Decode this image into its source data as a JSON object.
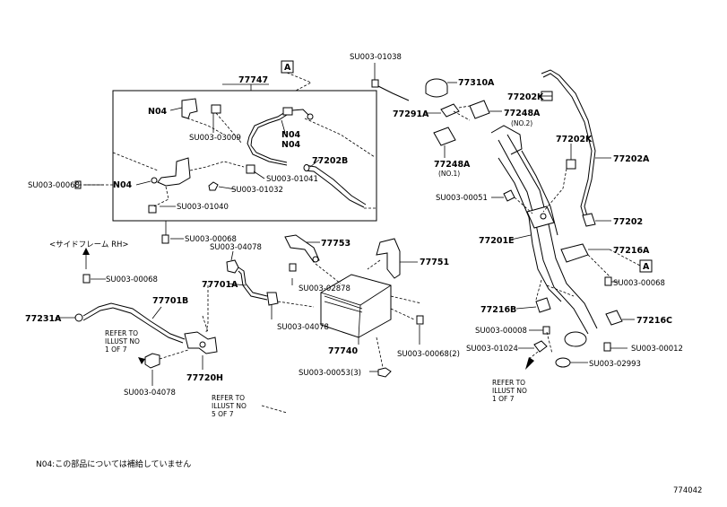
{
  "labels": {
    "p77747": "77747",
    "ref_a_top": "A",
    "ref_a_right": "A",
    "n04_a": "N04",
    "n04_b": "N04",
    "n04_c": "N04",
    "n04_d": "N04",
    "su_03009": "SU003-03009",
    "su_01041": "SU003-01041",
    "su_01032": "SU003-01032",
    "su_01040": "SU003-01040",
    "su_00068_a": "SU003-00068",
    "su_00068_b": "SU003-00068",
    "su_00068_c": "SU003-00068",
    "su_00068_d": "SU003-00068",
    "su_00068_2": "SU003-00068(2)",
    "p77202b": "77202B",
    "su_01038": "SU003-01038",
    "p77310a": "77310A",
    "p77291a": "77291A",
    "p77248a_top": "77248A",
    "no2": "(NO.2)",
    "p77248a_bot": "77248A",
    "no1": "(NO.1)",
    "p77202k_a": "77202K",
    "p77202k_b": "77202K",
    "p77202a": "77202A",
    "su_00051": "SU003-00051",
    "p77202": "77202",
    "p77201e": "77201E",
    "p77216a": "77216A",
    "p77216b": "77216B",
    "p77216c": "77216C",
    "su_00008": "SU003-00008",
    "su_01024": "SU003-01024",
    "su_00012": "SU003-00012",
    "su_02993": "SU003-02993",
    "side_frame": "<サイドフレーム RH>",
    "su_04078_a": "SU003-04078",
    "su_04078_b": "SU003-04078",
    "su_04078_c": "SU003-04078",
    "p77701a": "77701A",
    "su_02878": "SU003-02878",
    "p77753": "77753",
    "p77751": "77751",
    "p77740": "77740",
    "su_00053": "SU003-00053(3)",
    "p77231a": "77231A",
    "p77701b": "77701B",
    "p77720h": "77720H",
    "refer_left": [
      "REFER TO",
      "ILLUST NO",
      "1 OF 7"
    ],
    "refer_mid": [
      "REFER TO",
      "ILLUST NO",
      "5 OF 7"
    ],
    "refer_right": [
      "REFER TO",
      "ILLUST NO",
      "1 OF 7"
    ],
    "footnote": "N04:この部品については補給していません",
    "figure_id": "774042"
  }
}
